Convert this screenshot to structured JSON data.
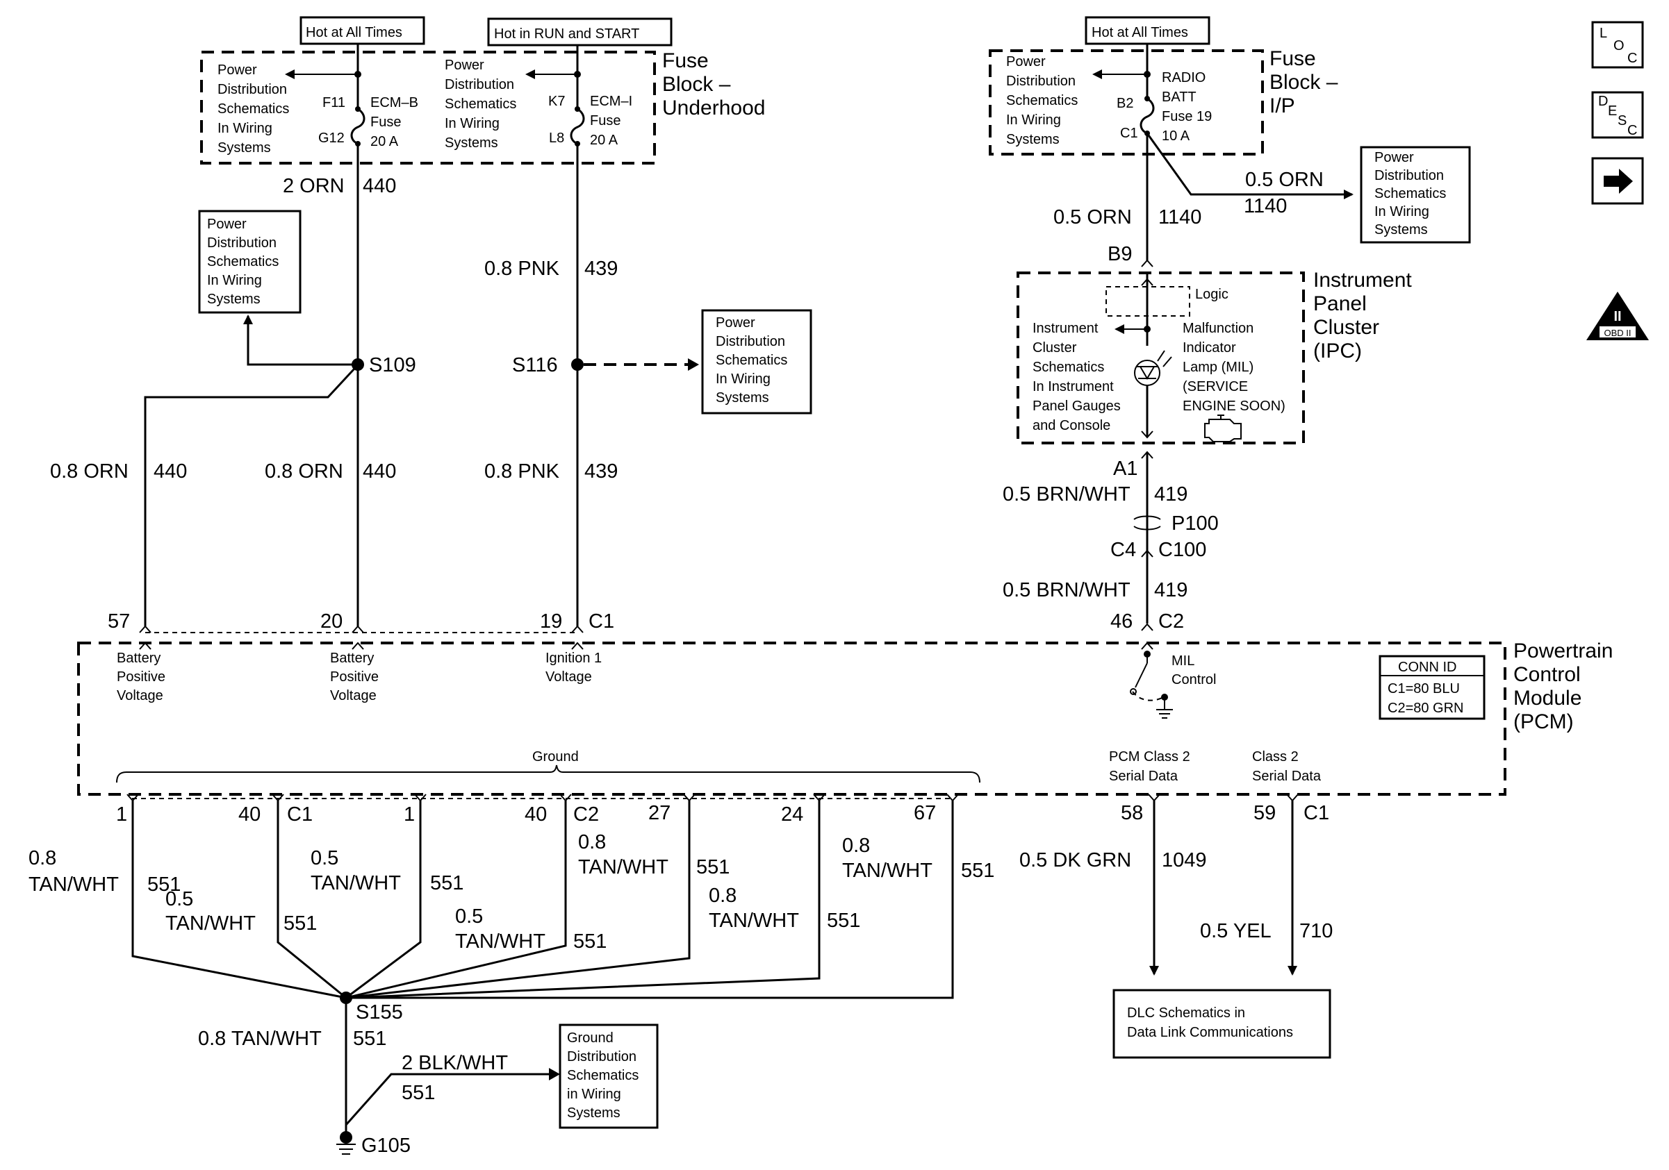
{
  "sources": {
    "hot_all_left": "Hot at All Times",
    "hot_run_start": "Hot in RUN and START",
    "hot_all_right": "Hot at All Times"
  },
  "fuse_block_underhood": {
    "label": [
      "Fuse",
      "Block –",
      "Underhood"
    ],
    "pd_left": [
      "Power",
      "Distribution",
      "Schematics",
      "In Wiring",
      "Systems"
    ],
    "pd_mid": [
      "Power",
      "Distribution",
      "Schematics",
      "In Wiring",
      "Systems"
    ],
    "fuse1": {
      "top_pin": "F11",
      "bottom_pin": "G12",
      "name": [
        "ECM–B",
        "Fuse",
        "20 A"
      ]
    },
    "fuse2": {
      "top_pin": "K7",
      "bottom_pin": "L8",
      "name": [
        "ECM–I",
        "Fuse",
        "20 A"
      ]
    }
  },
  "fuse_block_ip": {
    "label": [
      "Fuse",
      "Block –",
      "I/P"
    ],
    "pd": [
      "Power",
      "Distribution",
      "Schematics",
      "In Wiring",
      "Systems"
    ],
    "fuse": {
      "top_pin": "B2",
      "bottom_pin": "C1",
      "name": [
        "RADIO",
        "BATT",
        "Fuse 19",
        "10 A"
      ]
    }
  },
  "boxes": {
    "pd_s109": [
      "Power",
      "Distribution",
      "Schematics",
      "In Wiring",
      "Systems"
    ],
    "pd_s116": [
      "Power",
      "Distribution",
      "Schematics",
      "In Wiring",
      "Systems"
    ],
    "pd_ip": [
      "Power",
      "Distribution",
      "Schematics",
      "In Wiring",
      "Systems"
    ],
    "ground_dist": [
      "Ground",
      "Distribution",
      "Schematics",
      "in Wiring",
      "Systems"
    ],
    "dlc": [
      "DLC Schematics in",
      "Data Link Communications"
    ]
  },
  "wires": {
    "w440_top": [
      "2 ORN",
      "440"
    ],
    "w439_top": [
      "0.8 PNK",
      "439"
    ],
    "w440_left": [
      "0.8 ORN",
      "440"
    ],
    "w440_mid": [
      "0.8 ORN",
      "440"
    ],
    "w439_bot": [
      "0.8 PNK",
      "439"
    ],
    "w1140_right": [
      "0.5 ORN",
      "1140"
    ],
    "w1140_down": [
      "0.5 ORN",
      "1140"
    ],
    "w419_top": [
      "0.5 BRN/WHT",
      "419"
    ],
    "w419_bot": [
      "0.5 BRN/WHT",
      "419"
    ],
    "w1049": [
      "0.5 DK GRN",
      "1049"
    ],
    "w710": [
      "0.5 YEL",
      "710"
    ],
    "w551_s155": [
      "0.8 TAN/WHT",
      "551"
    ],
    "w551_g105": [
      "2 BLK/WHT",
      "551"
    ],
    "gnd_wires": [
      {
        "gauge": "0.8",
        "color": "TAN/WHT",
        "circuit": "551"
      },
      {
        "gauge": "0.5",
        "color": "TAN/WHT",
        "circuit": "551"
      },
      {
        "gauge": "0.5",
        "color": "TAN/WHT",
        "circuit": "551"
      },
      {
        "gauge": "0.5",
        "color": "TAN/WHT",
        "circuit": "551"
      },
      {
        "gauge": "0.8",
        "color": "TAN/WHT",
        "circuit": "551"
      },
      {
        "gauge": "0.8",
        "color": "TAN/WHT",
        "circuit": "551"
      },
      {
        "gauge": "0.8",
        "color": "TAN/WHT",
        "circuit": "551"
      }
    ]
  },
  "splices": {
    "s109": "S109",
    "s116": "S116",
    "s155": "S155",
    "g105": "G105",
    "p100": "P100"
  },
  "ipc": {
    "label": [
      "Instrument",
      "Panel",
      "Cluster",
      "(IPC)"
    ],
    "connector_top": "B9",
    "connector_bottom": "A1",
    "logic": "Logic",
    "ref": [
      "Instrument",
      "Cluster",
      "Schematics",
      "In Instrument",
      "Panel Gauges",
      "and Console"
    ],
    "mil": [
      "Malfunction",
      "Indicator",
      "Lamp (MIL)",
      "(SERVICE",
      "ENGINE SOON)"
    ]
  },
  "connectors": {
    "c4": "C4",
    "c100": "C100"
  },
  "pcm": {
    "label": [
      "Powertrain",
      "Control",
      "Module",
      "(PCM)"
    ],
    "top_pins": [
      "57",
      "20",
      "19"
    ],
    "top_conn": "C1",
    "mil_pin": "46",
    "mil_conn": "C2",
    "bat1": [
      "Battery",
      "Positive",
      "Voltage"
    ],
    "bat2": [
      "Battery",
      "Positive",
      "Voltage"
    ],
    "ign": [
      "Ignition 1",
      "Voltage"
    ],
    "mil_ctrl": [
      "MIL",
      "Control"
    ],
    "conn_id": {
      "title": "CONN ID",
      "c1": "C1=80 BLU",
      "c2": "C2=80 GRN"
    },
    "ground": "Ground",
    "serial1": [
      "PCM Class 2",
      "Serial Data"
    ],
    "serial2": [
      "Class 2",
      "Serial Data"
    ],
    "bottom_pins": [
      "1",
      "40",
      "1",
      "40",
      "27",
      "24",
      "67",
      "58",
      "59"
    ],
    "bottom_conns": [
      "C1",
      "C2",
      "C1"
    ]
  },
  "nav": {
    "loc": [
      "L",
      "O",
      "C"
    ],
    "desc": [
      "D",
      "E",
      "S",
      "C"
    ],
    "obd": [
      "II",
      "OBD II"
    ]
  }
}
